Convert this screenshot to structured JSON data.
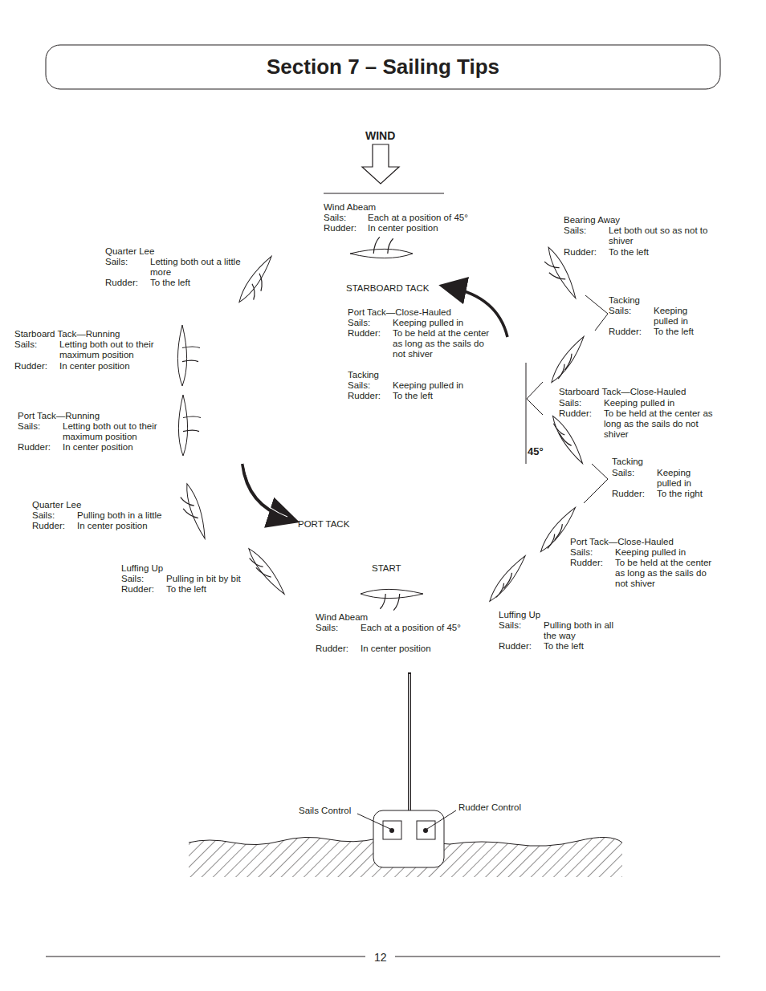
{
  "diagram": {
    "title": "Section 7 – Sailing Tips",
    "labels": [
      "WIND",
      "Wind Abeam",
      "Sails:",
      "Each at a position of 45°",
      "Rudder:",
      "In center position",
      "Bearing Away",
      "Sails:",
      "Let both out so as not to shiver",
      "Rudder:",
      "To the left",
      "Quarter Lee",
      "Sails:",
      "Letting both out a little more",
      "Rudder:",
      "To the left",
      "STARBOARD TACK",
      "Port Tack—Close-Hauled",
      "Sails:",
      "Keeping pulled in",
      "Rudder:",
      "To be held at the center as long as the sails do not shiver",
      "Tacking",
      "Sails:",
      "Keeping pulled in",
      "Rudder:",
      "To the left",
      "Starboard Tack—Running",
      "Sails:",
      "Letting both out to their maximum position",
      "Rudder:",
      "In center position",
      "Tacking",
      "Sails:",
      "Keeping pulled in",
      "Rudder:",
      "To the left",
      "Starboard Tack—Close-Hauled",
      "Sails:",
      "Keeping pulled in",
      "Rudder:",
      "To be held at the center as long as the sails do not shiver",
      "Port Tack—Running",
      "Sails:",
      "Letting both out to their maximum position",
      "Rudder:",
      "In center position",
      "45°",
      "Tacking",
      "Sails:",
      "Keeping pulled in",
      "Rudder:",
      "To the right",
      "Quarter Lee",
      "Sails:",
      "Pulling both in a little",
      "Rudder:",
      "In center position",
      "PORT TACK",
      "Port Tack—Close-Hauled",
      "Sails:",
      "Keeping pulled in",
      "Rudder:",
      "To be held at the center as long as the sails do not shiver",
      "START",
      "Luffing Up",
      "Sails:",
      "Pulling in bit by bit",
      "Rudder:",
      "To the left",
      "Wind Abeam",
      "Sails:",
      "Each at a position of 45°",
      "Rudder:",
      "In center position",
      "Luffing Up",
      "Sails:",
      "Pulling both in all the way",
      "Rudder:",
      "To the left",
      "Sails Control",
      "Rudder Control",
      "12"
    ]
  }
}
